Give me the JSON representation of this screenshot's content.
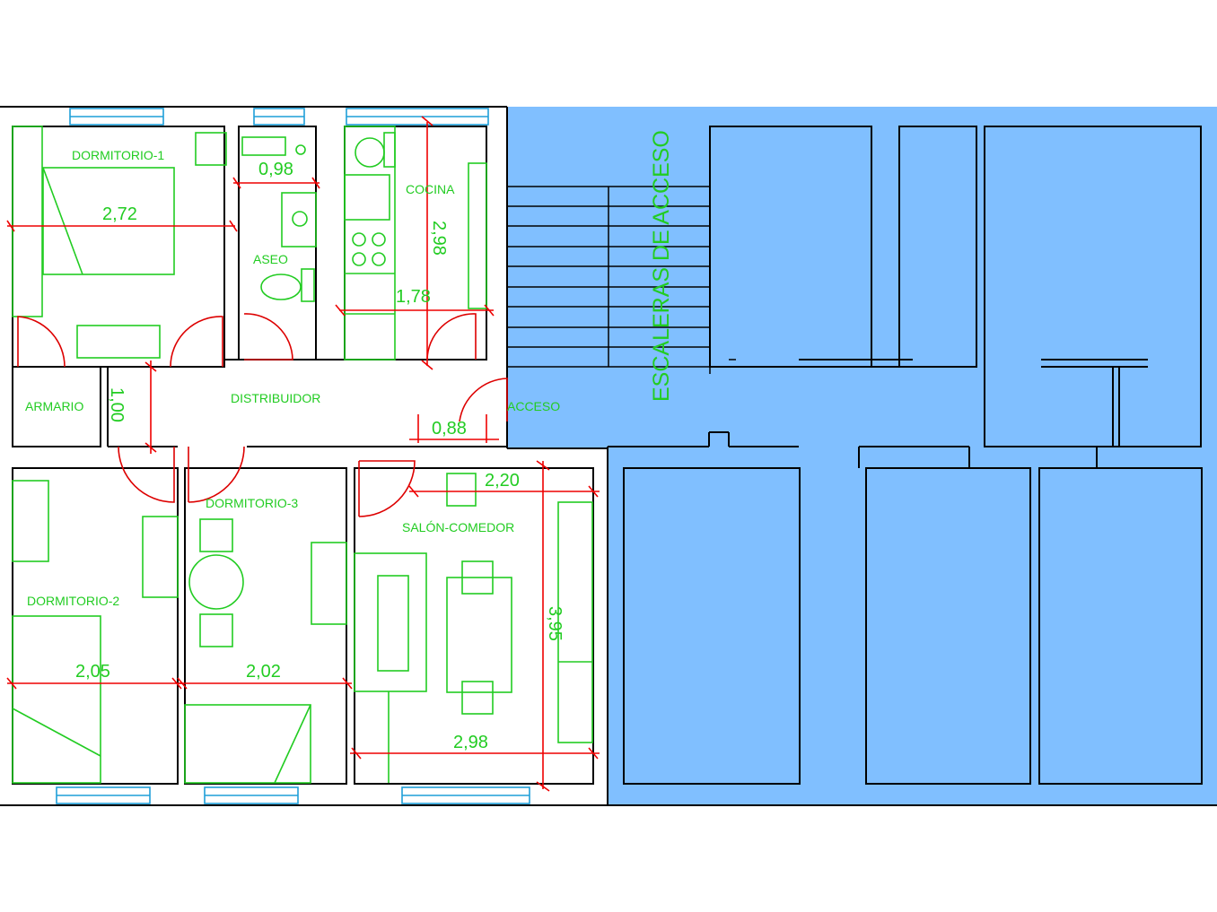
{
  "colors": {
    "common_area": "#80bfff",
    "walls": "#000000",
    "furniture": "#22cc22",
    "doors": "#dd0000",
    "dimensions": "#ee0000",
    "windows": "#1f9fd8"
  },
  "rooms": {
    "dormitorio_1": "DORMITORIO-1",
    "aseo": "ASEO",
    "cocina": "COCINA",
    "armario": "ARMARIO",
    "distribuidor": "DISTRIBUIDOR",
    "acceso": "ACCESO",
    "dormitorio_2": "DORMITORIO-2",
    "dormitorio_3": "DORMITORIO-3",
    "salon_comedor": "SALÓN-COMEDOR",
    "escaleras": "ESCALERAS DE ACCESO"
  },
  "dimensions": {
    "dormitorio_1_width": "2,72",
    "aseo_width": "0,98",
    "cocina_depth": "2,98",
    "cocina_width": "1,78",
    "distribuidor_width": "1,00",
    "acceso_width": "0,88",
    "salon_width_top": "2,20",
    "salon_depth": "3,95",
    "salon_width": "2,98",
    "dormitorio_2_width": "2,05",
    "dormitorio_3_width": "2,02"
  }
}
